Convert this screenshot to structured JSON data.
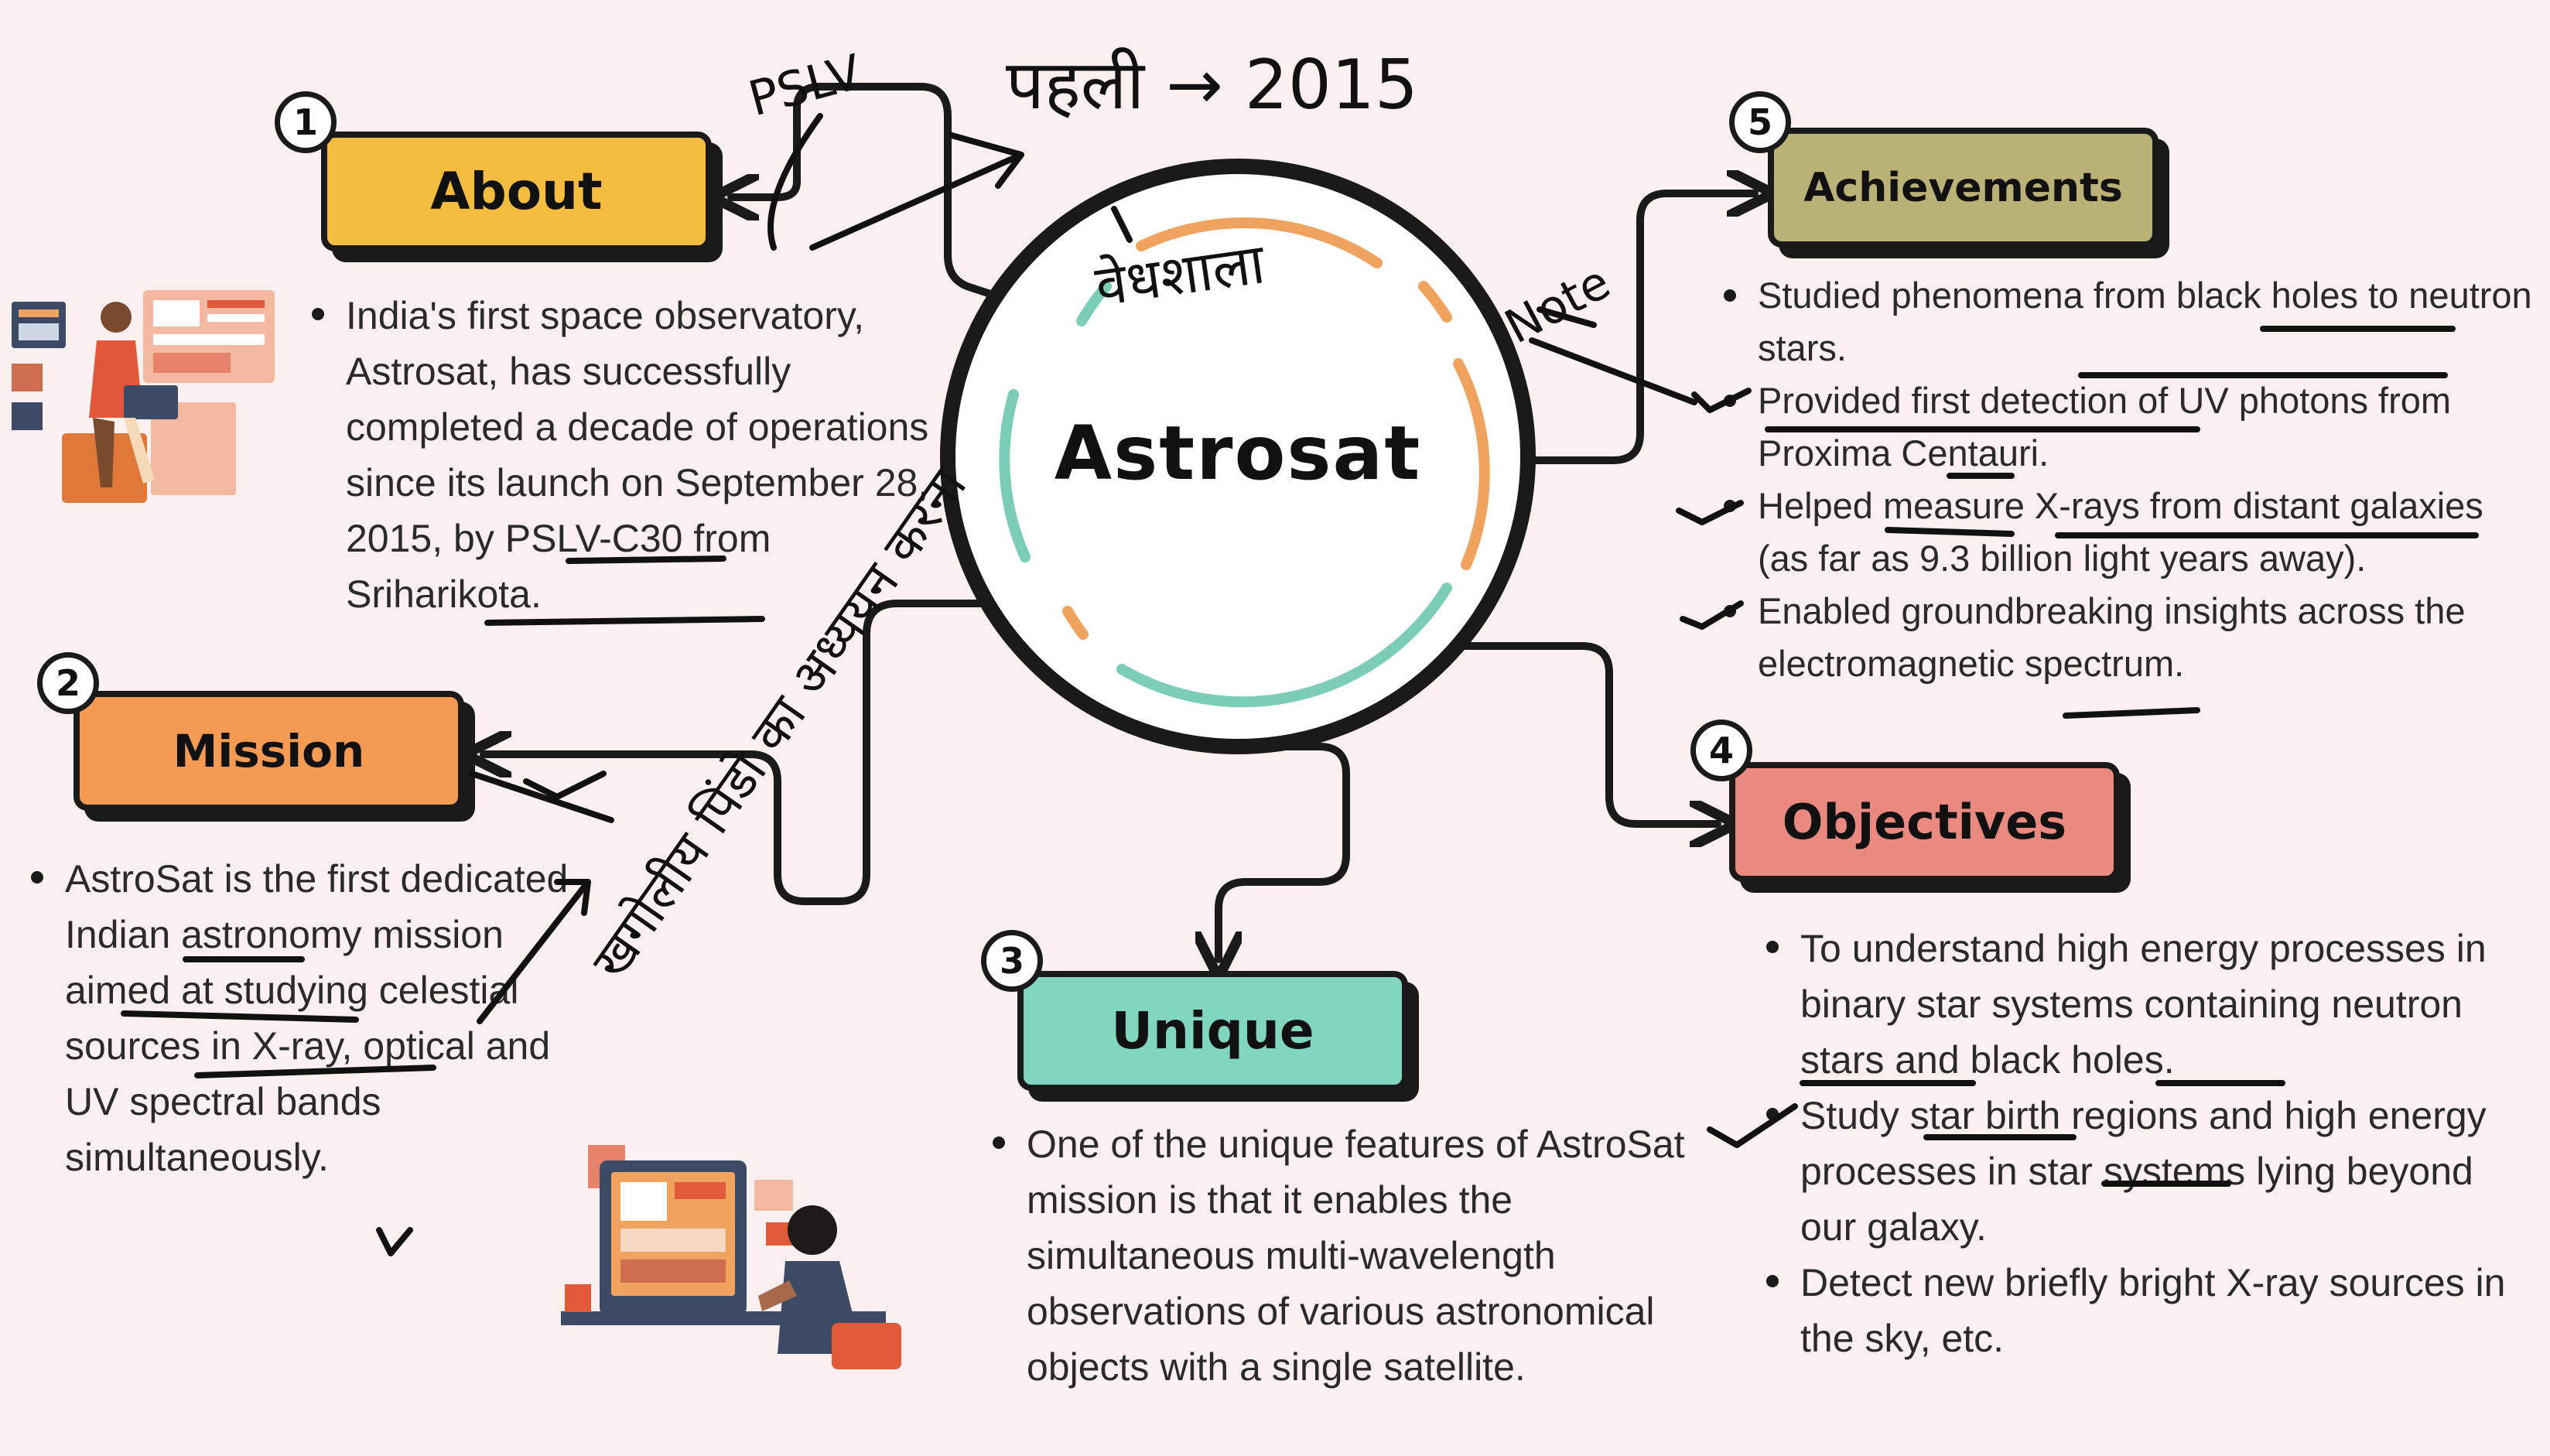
{
  "center": {
    "title": "Astrosat"
  },
  "sections": {
    "about": {
      "number": "1",
      "heading": "About",
      "color": "#f5bd3f",
      "bullets": [
        "India's first space observatory, Astrosat, has successfully completed a decade of operations since its launch on September 28, 2015, by PSLV-C30 from Sriharikota."
      ]
    },
    "mission": {
      "number": "2",
      "heading": "Mission",
      "color": "#f59a52",
      "bullets": [
        "AstroSat is the first dedicated Indian astronomy mission aimed at studying celestial sources in X-ray, optical and UV spectral bands simultaneously."
      ]
    },
    "unique": {
      "number": "3",
      "heading": "Unique",
      "color": "#80d6bf",
      "bullets": [
        "One of the unique features of AstroSat mission is that it enables the simultaneous multi-wavelength observations of various astronomical objects with a single satellite."
      ]
    },
    "objectives": {
      "number": "4",
      "heading": "Objectives",
      "color": "#ea8980",
      "bullets": [
        "To understand high energy processes in binary star systems containing neutron stars and black holes.",
        "Study star birth regions and high energy processes in star systems lying beyond our galaxy.",
        "Detect new briefly bright X-ray sources in the sky, etc."
      ]
    },
    "achievements": {
      "number": "5",
      "heading": "Achievements",
      "color": "#bab176",
      "bullets": [
        "Studied phenomena from black holes to neutron stars.",
        "Provided first detection of UV photons from Proxima Centauri.",
        "Helped measure X-rays from distant galaxies (as far as 9.3 billion light years away).",
        "Enabled groundbreaking insights across the electromagnetic spectrum."
      ]
    }
  },
  "handwritten": {
    "pslv_note": "PSLV",
    "year_note": "पहली → 2015",
    "observatory_note": "वेधशाला",
    "note_mark": "Note",
    "study_note": "खगोलीय पिंडो का अध्ययन करना"
  },
  "colors": {
    "background": "#fbefef",
    "outline": "#1a1a1a",
    "ring_teal": "#7ccdb7",
    "ring_orange": "#f0a35e"
  }
}
